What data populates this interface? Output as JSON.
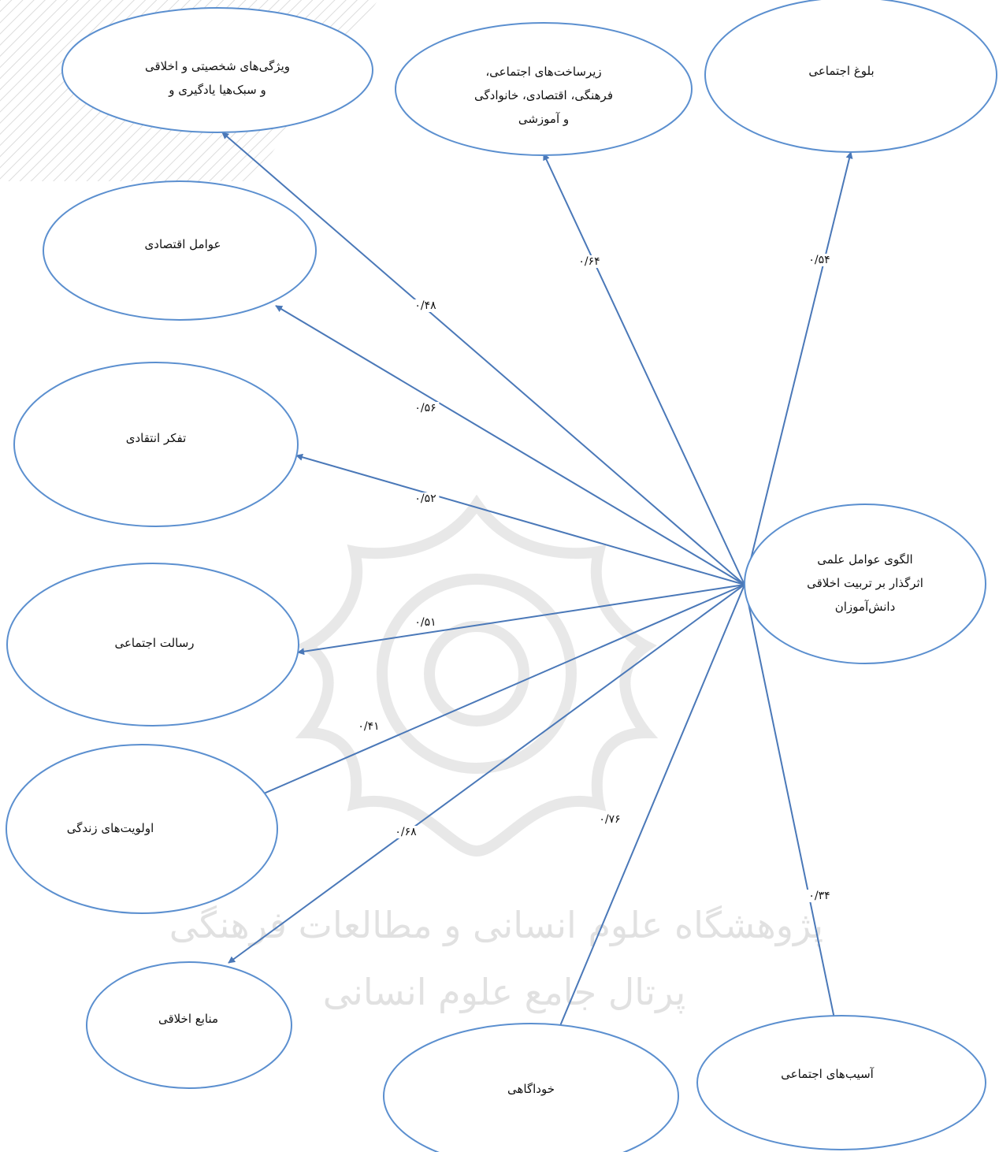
{
  "diagram": {
    "center": {
      "lines": [
        "الگوی عوامل علمی",
        "اثرگذار بر تربیت اخلاقی",
        "دانش‌آموزان"
      ]
    },
    "nodes": [
      {
        "id": "node-personality",
        "lines": [
          "ویژگی‌های شخصیتی و اخلاقی",
          "و سبک‌هیا یادگیری و"
        ]
      },
      {
        "id": "node-infrastructure",
        "lines": [
          "زیرساخت‌های اجتماعی،",
          "فرهنگی، اقتصادی، خانوادگی",
          "و آموزشی"
        ]
      },
      {
        "id": "node-social-maturity",
        "lines": [
          "بلوغ اجتماعی"
        ]
      },
      {
        "id": "node-economic",
        "lines": [
          "عوامل اقتصادی"
        ]
      },
      {
        "id": "node-critical-thinking",
        "lines": [
          "تفکر انتقادی"
        ]
      },
      {
        "id": "node-social-mission",
        "lines": [
          "رسالت اجتماعی"
        ]
      },
      {
        "id": "node-life-priorities",
        "lines": [
          "اولویت‌های زندگی"
        ]
      },
      {
        "id": "node-moral-sources",
        "lines": [
          "منابع اخلاقی"
        ]
      },
      {
        "id": "node-self-awareness",
        "lines": [
          "خوداگاهی"
        ]
      },
      {
        "id": "node-social-harms",
        "lines": [
          "آسیب‌های اجتماعی"
        ]
      }
    ],
    "weights": [
      "۰/۴۸",
      "۰/۶۴",
      "۰/۵۴",
      "۰/۵۶",
      "۰/۵۲",
      "۰/۵۱",
      "۰/۴۱",
      "۰/۶۸",
      "۰/۷۶",
      "۰/۳۴"
    ],
    "colors": {
      "line": "#4a78b8",
      "node_stroke": "#5b8fcf",
      "text": "#111111",
      "watermark": "#d4d4d4"
    }
  }
}
